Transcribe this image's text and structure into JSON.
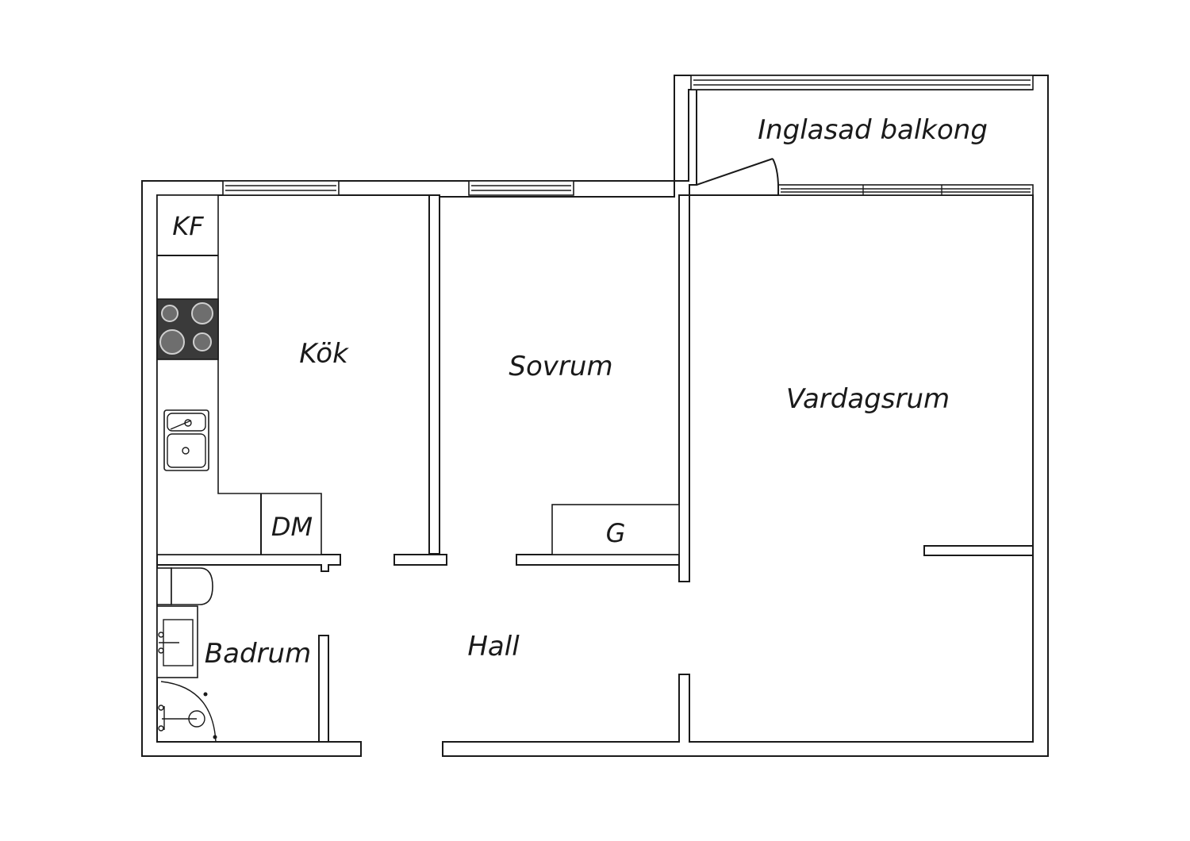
{
  "rooms": {
    "balcony": "Inglasad balkong",
    "kitchen": "Kök",
    "bedroom": "Sovrum",
    "living_room": "Vardagsrum",
    "hall": "Hall",
    "bathroom": "Badrum"
  },
  "fixtures": {
    "fridge_freezer": "KF",
    "dishwasher": "DM",
    "wardrobe": "G"
  },
  "colors": {
    "line": "#1a1a1a",
    "hob": "#3a3a3a",
    "burner": "#6e6e6e",
    "background": "#ffffff"
  },
  "icons": {
    "hob": "hob-icon",
    "sink": "kitchen-sink-icon",
    "toilet": "toilet-icon",
    "washbasin": "washbasin-icon",
    "shower": "shower-icon"
  }
}
